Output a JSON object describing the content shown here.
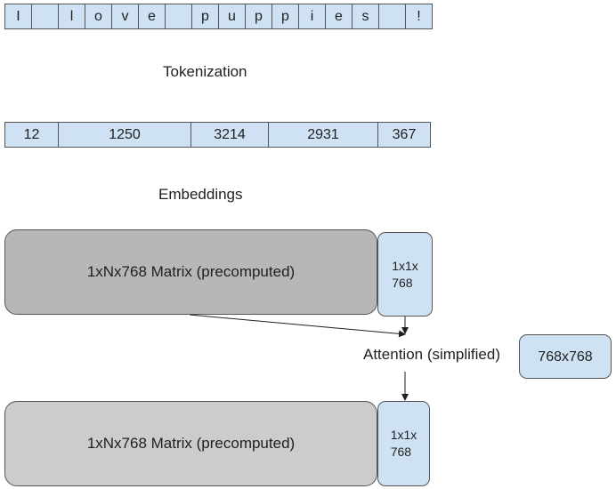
{
  "characters": [
    "I",
    "",
    "l",
    "o",
    "v",
    "e",
    "",
    "p",
    "u",
    "p",
    "p",
    "i",
    "e",
    "s",
    "",
    "!"
  ],
  "tokenization_label": "Tokenization",
  "tokens": [
    "12",
    "1250",
    "3214",
    "2931",
    "367"
  ],
  "embeddings_label": "Embeddings",
  "top_matrix": {
    "label": "1xNx768 Matrix (precomputed)",
    "color": "#b7b7b7"
  },
  "top_vector": {
    "line1": "1x1x",
    "line2": "768"
  },
  "attention_label": "Attention (simplified)",
  "weights_box": "768x768",
  "bottom_matrix": {
    "label": "1xNx768 Matrix (precomputed)",
    "color": "#cccccc"
  },
  "bottom_vector": {
    "line1": "1x1x",
    "line2": "768"
  },
  "colors": {
    "token_fill": "#cfe2f3",
    "border": "#555555"
  }
}
